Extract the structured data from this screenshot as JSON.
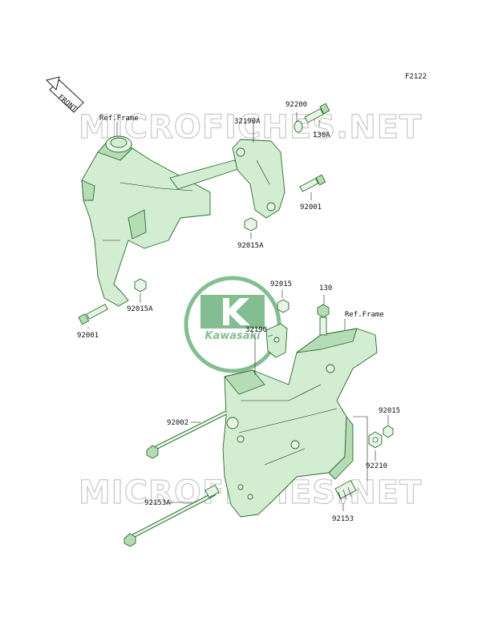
{
  "diagram": {
    "figure_code": "F2122",
    "front_label": "FRONT",
    "watermark_text": "MICROFICHES.NET",
    "center_logo_text": "Kawasaki",
    "colors": {
      "part_fill": "#d2edd2",
      "part_stroke": "#2d6a2d",
      "logo_green": "#1f8a3a",
      "watermark": "#c8c8c8"
    },
    "callouts": {
      "ref_frame_upper": "Ref.Frame",
      "p32190A": "32190A",
      "p92200": "92200",
      "p130A": "130A",
      "p92001_upper": "92001",
      "p92015A_upper": "92015A",
      "p92015A_left": "92015A",
      "p92001_left": "92001",
      "p92015_mid": "92015",
      "p130": "130",
      "ref_frame_lower": "Ref.Frame",
      "p32190": "32190",
      "p92002": "92002",
      "p92015_right": "92015",
      "p92210": "92210",
      "p92153A": "92153A",
      "p92153": "92153"
    }
  }
}
